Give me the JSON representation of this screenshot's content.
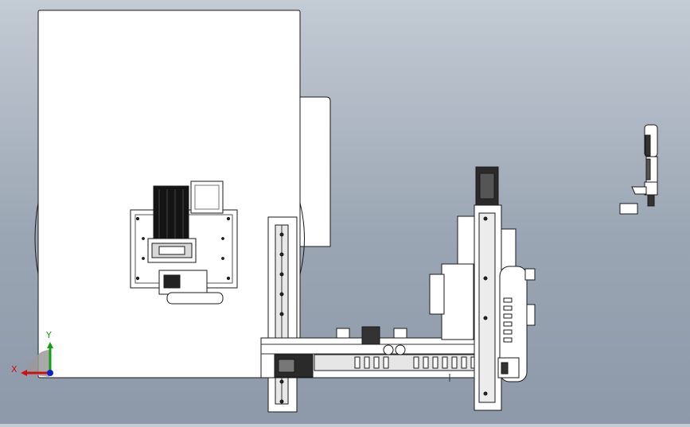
{
  "viewport": {
    "background_top": "#c3cbd4",
    "background_bottom": "#8d99a9",
    "line_color": "#1a1a1a",
    "part_fill": "#ffffff"
  },
  "triad": {
    "x_label": "X",
    "y_label": "Y",
    "x_color": "#d01010",
    "y_color": "#10a010",
    "z_color": "#1020d0"
  },
  "components": {
    "cabinet": "white-cabinet-panel",
    "motor": "servo-motor-assembly",
    "vertical_rail": "vertical-linear-rail",
    "horizontal_arm": "horizontal-gantry-arm",
    "tall_column": "z-axis-column",
    "drive_gear": "timing-belt-pulley",
    "spindle_tool": "screwdriver-spindle"
  }
}
